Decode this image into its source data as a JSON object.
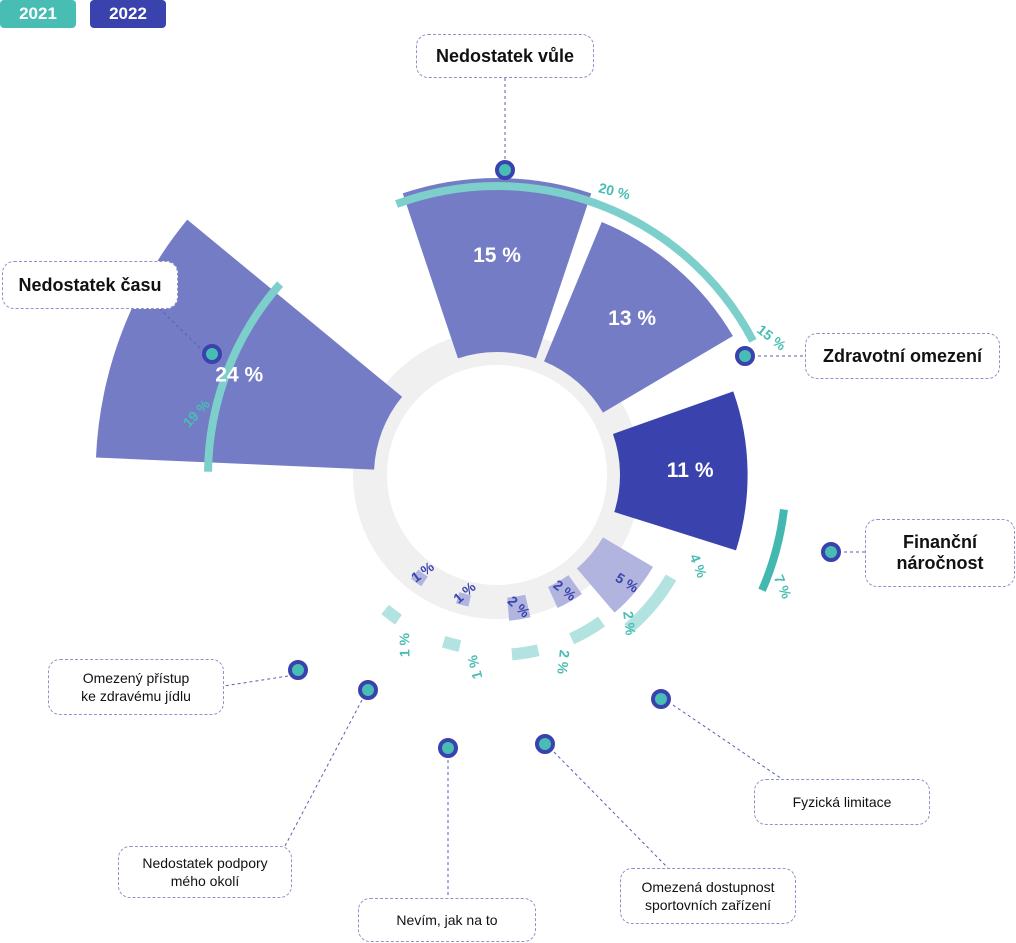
{
  "legend": [
    {
      "label": "2021",
      "color": "#48bdb3"
    },
    {
      "label": "2022",
      "color": "#3a43ad"
    }
  ],
  "chart_data": {
    "type": "polar-bar",
    "series": [
      {
        "name": "2021",
        "values": [
          20,
          15,
          7,
          4,
          2,
          2,
          1,
          1,
          19
        ]
      },
      {
        "name": "2022",
        "values": [
          15,
          13,
          11,
          5,
          2,
          2,
          1,
          1,
          24
        ]
      }
    ],
    "categories": [
      "Nedostatek vůle",
      "Zdravotní omezení",
      "Finanční náročnost",
      "Fyzická limitace",
      "Omezená dostupnost sportovních zařízení",
      "Nevím, jak na to",
      "Nedostatek podpory mého okolí",
      "Omezený přístup ke zdravému jídlu",
      "Nedostatek času"
    ],
    "value_labels_2021": [
      "20 %",
      "15 %",
      "7 %",
      "4 %",
      "2 %",
      "2 %",
      "1 %",
      "1 %",
      "19 %"
    ],
    "value_labels_2022": [
      "15 %",
      "13 %",
      "11 %",
      "5 %",
      "2 %",
      "2 %",
      "1 %",
      "1 %",
      "24 %"
    ],
    "category_labels": [
      [
        "Nedostatek vůle"
      ],
      [
        "Zdravotní omezení"
      ],
      [
        "Finanční",
        "náročnost"
      ],
      [
        "Fyzická limitace"
      ],
      [
        "Omezená dostupnost",
        "sportovních zařízení"
      ],
      [
        "Nevím, jak na to"
      ],
      [
        "Nedostatek podpory",
        "mého okolí"
      ],
      [
        "Omezený přístup",
        "ke zdravému jídlu"
      ],
      [
        "Nedostatek času"
      ]
    ]
  }
}
